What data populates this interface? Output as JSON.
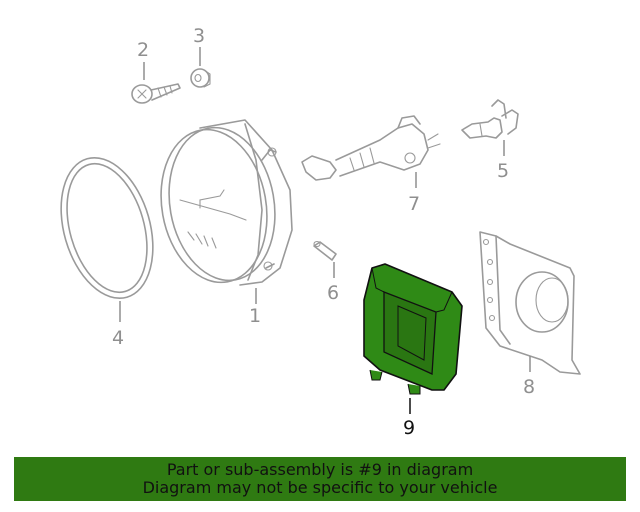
{
  "callouts": {
    "c1": "1",
    "c2": "2",
    "c3": "3",
    "c4": "4",
    "c5": "5",
    "c6": "6",
    "c7": "7",
    "c8": "8",
    "c9": "9"
  },
  "highlight": {
    "part": "9",
    "color": "#2f8a16"
  },
  "banner": {
    "line1": "Part or sub-assembly is #9 in diagram",
    "line2": "Diagram may not be specific to your vehicle",
    "background": "#2f7a12"
  }
}
